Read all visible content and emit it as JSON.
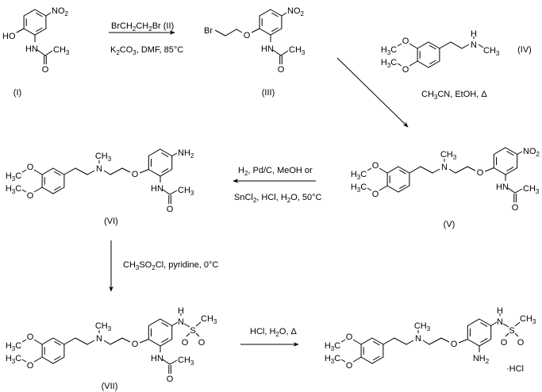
{
  "atoms": {
    "no2": "NO2",
    "ho": "HO",
    "hn": "HN",
    "ch3": "CH3",
    "o": "O",
    "br": "Br",
    "h3c": "H3C",
    "n": "N",
    "h": "H",
    "nh2": "NH2",
    "s": "S"
  },
  "compounds": {
    "I": "(I)",
    "III": "(III)",
    "IV": "(IV)",
    "V": "(V)",
    "VI": "(VI)",
    "VII": "(VII)"
  },
  "reagents": {
    "step1_top": "BrCH2CH2Br  (II)",
    "step1_bottom": "K2CO3, DMF, 85°C",
    "step2": "CH3CN, EtOH, Δ",
    "step3_top": "H2, Pd/C, MeOH  or",
    "step3_bottom": "SnCl2, HCl, H2O, 50°C",
    "step4": "CH3SO2Cl, pyridine, 0°C",
    "step5": "HCl, H2O, Δ"
  },
  "salt": "·HCl"
}
